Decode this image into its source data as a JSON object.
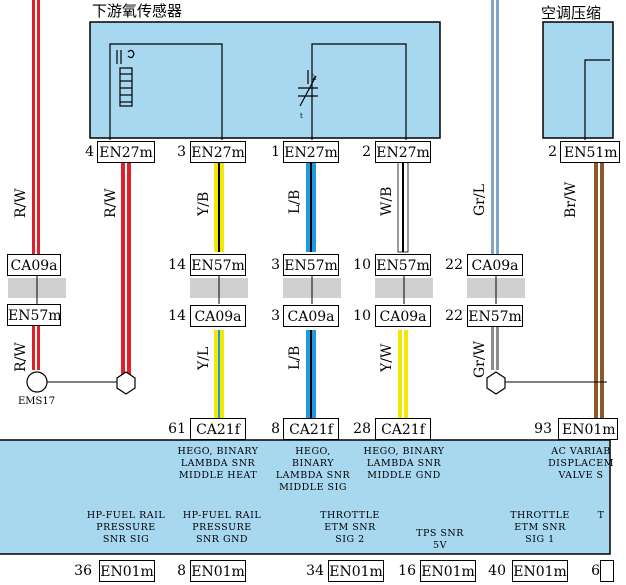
{
  "titles": {
    "downstream_o2_sensor": "下游氧传感器",
    "ac_compressor": "空调压缩"
  },
  "top_connectors": [
    {
      "pin": "4",
      "label": "EN27m"
    },
    {
      "pin": "3",
      "label": "EN27m"
    },
    {
      "pin": "1",
      "label": "EN27m"
    },
    {
      "pin": "2",
      "label": "EN27m"
    },
    {
      "pin": "2",
      "label": "EN51m"
    }
  ],
  "wire_colors_top": [
    "R/W",
    "R/W",
    "Y/B",
    "L/B",
    "W/B",
    "Gr/L",
    "Br/W"
  ],
  "mid_connectors_upper": [
    {
      "pin": "",
      "label": "CA09a"
    },
    {
      "pin": "14",
      "label": "EN57m"
    },
    {
      "pin": "3",
      "label": "EN57m"
    },
    {
      "pin": "10",
      "label": "EN57m"
    },
    {
      "pin": "22",
      "label": "CA09a"
    }
  ],
  "mid_connectors_lower": [
    {
      "pin": "",
      "label": "EN57m"
    },
    {
      "pin": "14",
      "label": "CA09a"
    },
    {
      "pin": "3",
      "label": "CA09a"
    },
    {
      "pin": "10",
      "label": "CA09a"
    },
    {
      "pin": "22",
      "label": "EN57m"
    }
  ],
  "wire_colors_lower": [
    "R/W",
    "Y/L",
    "L/B",
    "Y/W",
    "Gr/W"
  ],
  "ground_label": "EMS17",
  "ecu_connectors_top": [
    {
      "pin": "61",
      "label": "CA21f"
    },
    {
      "pin": "8",
      "label": "CA21f"
    },
    {
      "pin": "28",
      "label": "CA21f"
    },
    {
      "pin": "93",
      "label": "EN01m"
    }
  ],
  "ecu_signals_top": [
    "HEGO, BINARY\nLAMBDA SNR\nMIDDLE HEAT",
    "HEGO,\nBINARY\nLAMBDA SNR\nMIDDLE SIG",
    "HEGO, BINARY\nLAMBDA SNR\nMIDDLE GND",
    "AC VARIAB\nDISPLACEM\nVALVE S"
  ],
  "ecu_signals_bottom": [
    "HP-FUEL RAIL\nPRESSURE\nSNR SIG",
    "HP-FUEL RAIL\nPRESSURE\nSNR GND",
    "THROTTLE\nETM SNR\nSIG 2",
    "TPS SNR\n5V",
    "THROTTLE\nETM SNR\nSIG 1",
    "T"
  ],
  "ecu_connectors_bottom": [
    {
      "pin": "36",
      "label": "EN01m"
    },
    {
      "pin": "8",
      "label": "EN01m"
    },
    {
      "pin": "34",
      "label": "EN01m"
    },
    {
      "pin": "16",
      "label": "EN01m"
    },
    {
      "pin": "40",
      "label": "EN01m"
    },
    {
      "pin": "6",
      "label": ""
    }
  ],
  "colors": {
    "panel": "#a8d8f0",
    "red": "#e0202a",
    "yellow": "#f5e800",
    "blue": "#1e9be0",
    "white": "#ffffff",
    "gray": "#8c8c8c",
    "brown": "#8b5a2b",
    "gray_blue": "#7ea6c8"
  }
}
